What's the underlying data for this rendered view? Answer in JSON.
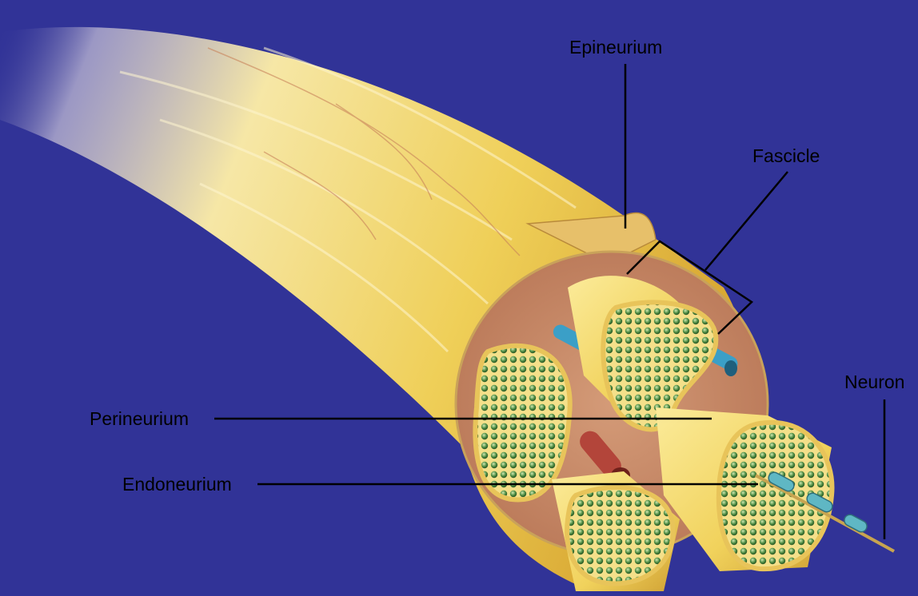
{
  "colors": {
    "background": "#313397",
    "nerve_yellow": "#f2d35e",
    "epineurium_tan": "#c98a6a",
    "dot_green": "#3e7b3a",
    "vessel_blue": "#3b9fc7",
    "vessel_red": "#b3453a",
    "label_line": "#000000"
  },
  "labels": {
    "epineurium": "Epineurium",
    "fascicle": "Fascicle",
    "neuron": "Neuron",
    "perineurium": "Perineurium",
    "endoneurium": "Endoneurium"
  }
}
